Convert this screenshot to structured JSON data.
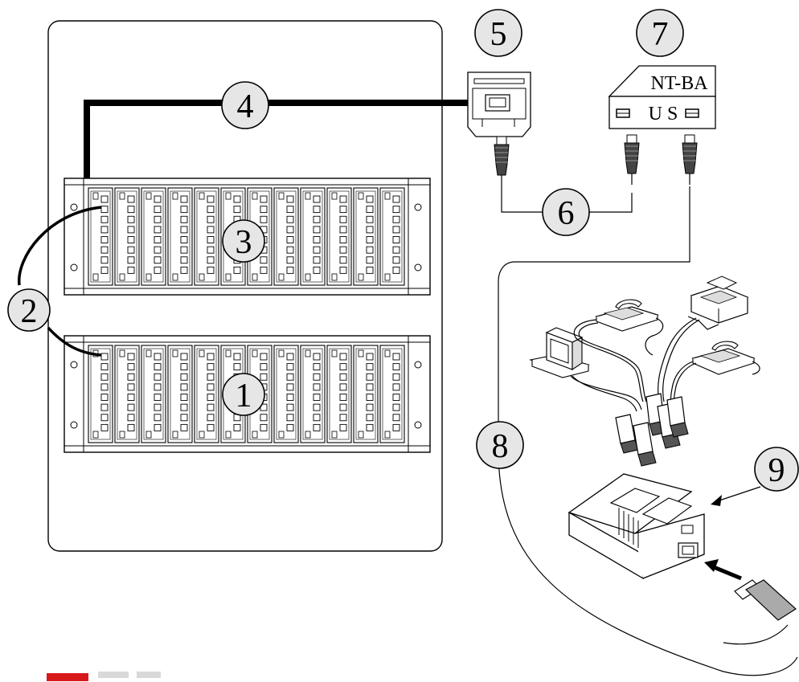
{
  "callouts": [
    {
      "id": "c1",
      "label": "1"
    },
    {
      "id": "c2",
      "label": "2"
    },
    {
      "id": "c3",
      "label": "3"
    },
    {
      "id": "c4",
      "label": "4"
    },
    {
      "id": "c5",
      "label": "5"
    },
    {
      "id": "c6",
      "label": "6"
    },
    {
      "id": "c7",
      "label": "7"
    },
    {
      "id": "c8",
      "label": "8"
    },
    {
      "id": "c9",
      "label": "9"
    }
  ],
  "ntba": {
    "title": "NT-BA",
    "port_label": "U S"
  },
  "colors": {
    "callout_fill": "#e6e6e6",
    "line": "#000000",
    "logo_red": "#d7191c"
  }
}
